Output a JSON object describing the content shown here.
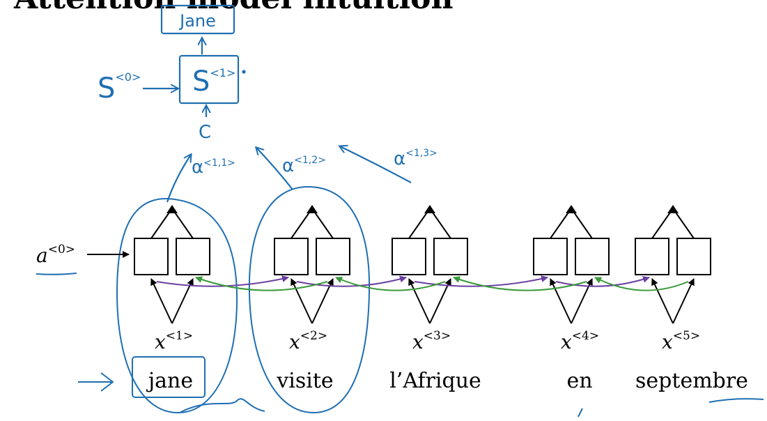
{
  "title": "Attention model intuition",
  "colors": {
    "ink": "#000000",
    "pen": "#1f6fb2",
    "forward_arrow": "#6a3fa0",
    "backward_arrow": "#3a9a3a",
    "page": "#ffffff"
  },
  "decoder": {
    "output_word": "Jane",
    "state_label": "S",
    "state_sup": "<1>",
    "prev_state_label": "S",
    "prev_state_sup": "<0>",
    "context_label": "C"
  },
  "attention_weights": [
    {
      "label": "α",
      "sup": "<1,1>"
    },
    {
      "label": "α",
      "sup": "<1,2>"
    },
    {
      "label": "α",
      "sup": "<1,3>"
    }
  ],
  "encoder": {
    "initial_activation": {
      "label": "a",
      "sup": "<0>"
    },
    "inputs": [
      {
        "x_label": "x",
        "x_sup": "<1>",
        "word": "jane"
      },
      {
        "x_label": "x",
        "x_sup": "<2>",
        "word": "visite"
      },
      {
        "x_label": "x",
        "x_sup": "<3>",
        "word": "l’Afrique"
      },
      {
        "x_label": "x",
        "x_sup": "<4>",
        "word": "en"
      },
      {
        "x_label": "x",
        "x_sup": "<5>",
        "word": "septembre"
      }
    ]
  }
}
